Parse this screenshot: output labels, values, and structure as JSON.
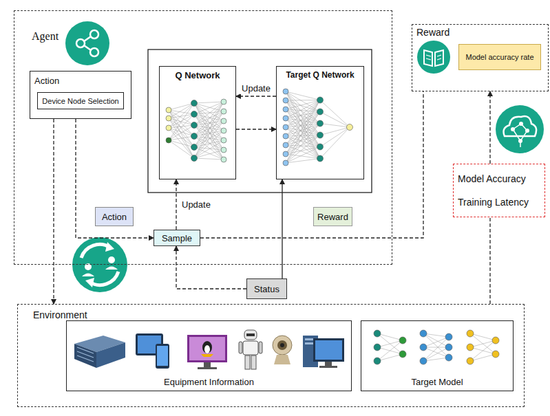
{
  "diagram": {
    "nodes": [
      {
        "text": [
          "Agent"
        ]
      },
      {
        "text": [
          "Action"
        ],
        "in": 0
      },
      {
        "text": [
          "Device Node Selection"
        ],
        "in": 1
      },
      {
        "text": [
          "Q Network"
        ],
        "in": 0
      },
      {
        "text": [
          "Target Q Network"
        ],
        "in": 0
      },
      {
        "text": [
          "Action"
        ],
        "in": 0
      },
      {
        "text": [
          "Reward"
        ],
        "in": 0
      },
      {
        "text": [
          "Sample"
        ],
        "in": 0
      },
      {
        "text": [
          "Reward"
        ]
      },
      {
        "text": [
          "Model accuracy rate"
        ],
        "in": 8
      },
      {
        "text": [
          "Model Accuracy",
          "Training Latency"
        ]
      },
      {
        "text": [
          "Status"
        ]
      },
      {
        "text": [
          "Environment"
        ]
      },
      {
        "text": [
          "Equipment Information"
        ],
        "in": 12
      },
      {
        "text": [
          "Target Model"
        ],
        "in": 12
      }
    ],
    "edges": [
      {
        "from": 4,
        "to": 3,
        "label": "Update",
        "arrow": "to"
      },
      {
        "from": 3,
        "to": 4,
        "arrow": "to"
      },
      {
        "from": 7,
        "to": 3,
        "label": "Update",
        "arrow": "to"
      },
      {
        "from": 1,
        "to": 7,
        "arrow": "to"
      },
      {
        "from": 1,
        "to": 12,
        "arrow": "to"
      },
      {
        "from": 7,
        "to": 8,
        "arrow": "none"
      },
      {
        "from": 11,
        "to": 4,
        "arrow": "to"
      },
      {
        "from": 11,
        "to": 7,
        "arrow": "to"
      },
      {
        "from": 12,
        "to": 10,
        "arrow": "none"
      },
      {
        "from": 10,
        "to": 8,
        "arrow": "to"
      }
    ]
  }
}
